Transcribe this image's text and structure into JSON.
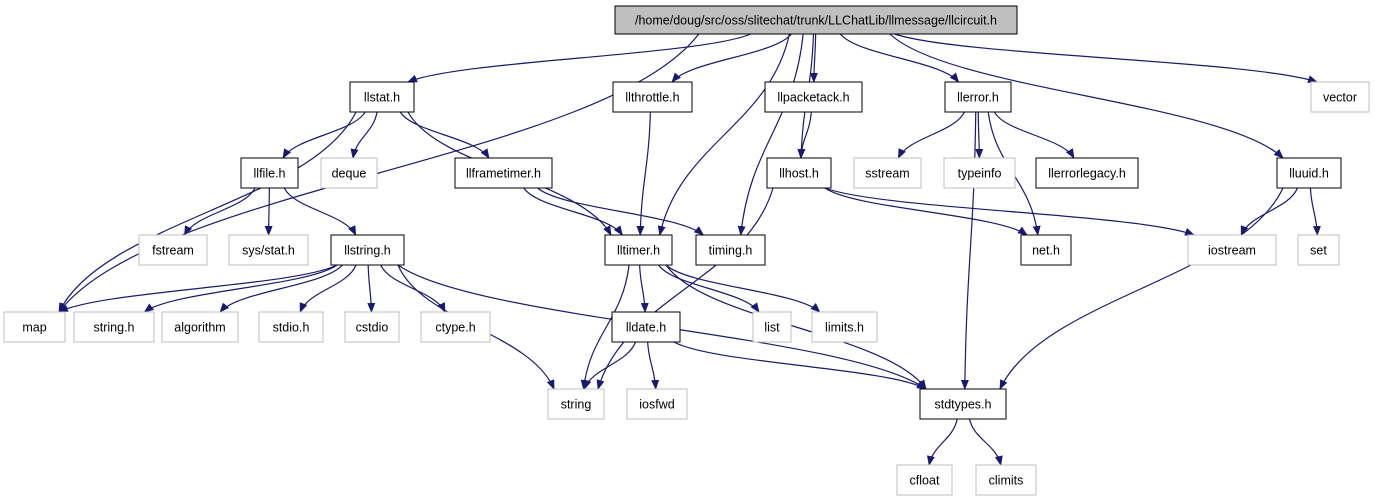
{
  "title": "/home/doug/src/oss/slitechat/trunk/LLChatLib/llmessage/llcircuit.h",
  "colors": {
    "root_fill": "#bfbfbf",
    "documented_border": "#000000",
    "external_border": "#bfbfbf",
    "external_text": "#000000",
    "edge": "#191970"
  },
  "nodes": [
    {
      "id": "llcircuit",
      "label": "/home/doug/src/oss/slitechat/trunk/LLChatLib/llmessage/llcircuit.h",
      "kind": "root"
    },
    {
      "id": "llstat",
      "label": "llstat.h",
      "kind": "documented"
    },
    {
      "id": "llthrottle",
      "label": "llthrottle.h",
      "kind": "documented"
    },
    {
      "id": "llpacketack",
      "label": "llpacketack.h",
      "kind": "documented"
    },
    {
      "id": "llerror",
      "label": "llerror.h",
      "kind": "documented"
    },
    {
      "id": "vector",
      "label": "vector",
      "kind": "external"
    },
    {
      "id": "llfile",
      "label": "llfile.h",
      "kind": "documented"
    },
    {
      "id": "deque",
      "label": "deque",
      "kind": "external"
    },
    {
      "id": "llframetimer",
      "label": "llframetimer.h",
      "kind": "documented"
    },
    {
      "id": "llhost",
      "label": "llhost.h",
      "kind": "documented"
    },
    {
      "id": "sstream",
      "label": "sstream",
      "kind": "external"
    },
    {
      "id": "typeinfo",
      "label": "typeinfo",
      "kind": "external"
    },
    {
      "id": "llerrorlegacy",
      "label": "llerrorlegacy.h",
      "kind": "documented"
    },
    {
      "id": "lluuid",
      "label": "lluuid.h",
      "kind": "documented"
    },
    {
      "id": "fstream",
      "label": "fstream",
      "kind": "external"
    },
    {
      "id": "sysstat",
      "label": "sys/stat.h",
      "kind": "external"
    },
    {
      "id": "llstring",
      "label": "llstring.h",
      "kind": "documented"
    },
    {
      "id": "lltimer",
      "label": "lltimer.h",
      "kind": "documented"
    },
    {
      "id": "timing",
      "label": "timing.h",
      "kind": "documented"
    },
    {
      "id": "net",
      "label": "net.h",
      "kind": "documented"
    },
    {
      "id": "iostream",
      "label": "iostream",
      "kind": "external"
    },
    {
      "id": "set",
      "label": "set",
      "kind": "external"
    },
    {
      "id": "map",
      "label": "map",
      "kind": "external"
    },
    {
      "id": "stringh",
      "label": "string.h",
      "kind": "external"
    },
    {
      "id": "algorithm",
      "label": "algorithm",
      "kind": "external"
    },
    {
      "id": "stdio",
      "label": "stdio.h",
      "kind": "external"
    },
    {
      "id": "cstdio",
      "label": "cstdio",
      "kind": "external"
    },
    {
      "id": "ctype",
      "label": "ctype.h",
      "kind": "external"
    },
    {
      "id": "lldate",
      "label": "lldate.h",
      "kind": "documented"
    },
    {
      "id": "list",
      "label": "list",
      "kind": "external"
    },
    {
      "id": "limits",
      "label": "limits.h",
      "kind": "external"
    },
    {
      "id": "string",
      "label": "string",
      "kind": "external"
    },
    {
      "id": "iosfwd",
      "label": "iosfwd",
      "kind": "external"
    },
    {
      "id": "stdtypes",
      "label": "stdtypes.h",
      "kind": "documented"
    },
    {
      "id": "cfloat",
      "label": "cfloat",
      "kind": "external"
    },
    {
      "id": "climits",
      "label": "climits",
      "kind": "external"
    }
  ],
  "edges": [
    [
      "llcircuit",
      "map"
    ],
    [
      "llcircuit",
      "llstat"
    ],
    [
      "llcircuit",
      "lltimer"
    ],
    [
      "llcircuit",
      "llthrottle"
    ],
    [
      "llcircuit",
      "timing"
    ],
    [
      "llcircuit",
      "llpacketack"
    ],
    [
      "llcircuit",
      "llhost"
    ],
    [
      "llcircuit",
      "llerror"
    ],
    [
      "llcircuit",
      "vector"
    ],
    [
      "llcircuit",
      "lluuid"
    ],
    [
      "llstat",
      "map"
    ],
    [
      "llstat",
      "llfile"
    ],
    [
      "llstat",
      "deque"
    ],
    [
      "llstat",
      "llframetimer"
    ],
    [
      "llstat",
      "lltimer"
    ],
    [
      "llfile",
      "fstream"
    ],
    [
      "llfile",
      "sysstat"
    ],
    [
      "llfile",
      "llstring"
    ],
    [
      "llstring",
      "map"
    ],
    [
      "llstring",
      "stringh"
    ],
    [
      "llstring",
      "algorithm"
    ],
    [
      "llstring",
      "stdio"
    ],
    [
      "llstring",
      "cstdio"
    ],
    [
      "llstring",
      "ctype"
    ],
    [
      "llstring",
      "string"
    ],
    [
      "llstring",
      "stdtypes"
    ],
    [
      "llframetimer",
      "lltimer"
    ],
    [
      "llframetimer",
      "timing"
    ],
    [
      "llthrottle",
      "lltimer"
    ],
    [
      "llpacketack",
      "llhost"
    ],
    [
      "llhost",
      "string"
    ],
    [
      "llhost",
      "net"
    ],
    [
      "llhost",
      "iostream"
    ],
    [
      "llerror",
      "sstream"
    ],
    [
      "llerror",
      "typeinfo"
    ],
    [
      "llerror",
      "llerrorlegacy"
    ],
    [
      "llerror",
      "stdtypes"
    ],
    [
      "llerror",
      "net"
    ],
    [
      "lltimer",
      "lldate"
    ],
    [
      "lltimer",
      "string"
    ],
    [
      "lltimer",
      "list"
    ],
    [
      "lltimer",
      "limits"
    ],
    [
      "lltimer",
      "stdtypes"
    ],
    [
      "lldate",
      "string"
    ],
    [
      "lldate",
      "iosfwd"
    ],
    [
      "lldate",
      "stdtypes"
    ],
    [
      "lluuid",
      "iostream"
    ],
    [
      "lluuid",
      "set"
    ],
    [
      "lluuid",
      "stdtypes"
    ],
    [
      "stdtypes",
      "cfloat"
    ],
    [
      "stdtypes",
      "climits"
    ]
  ]
}
